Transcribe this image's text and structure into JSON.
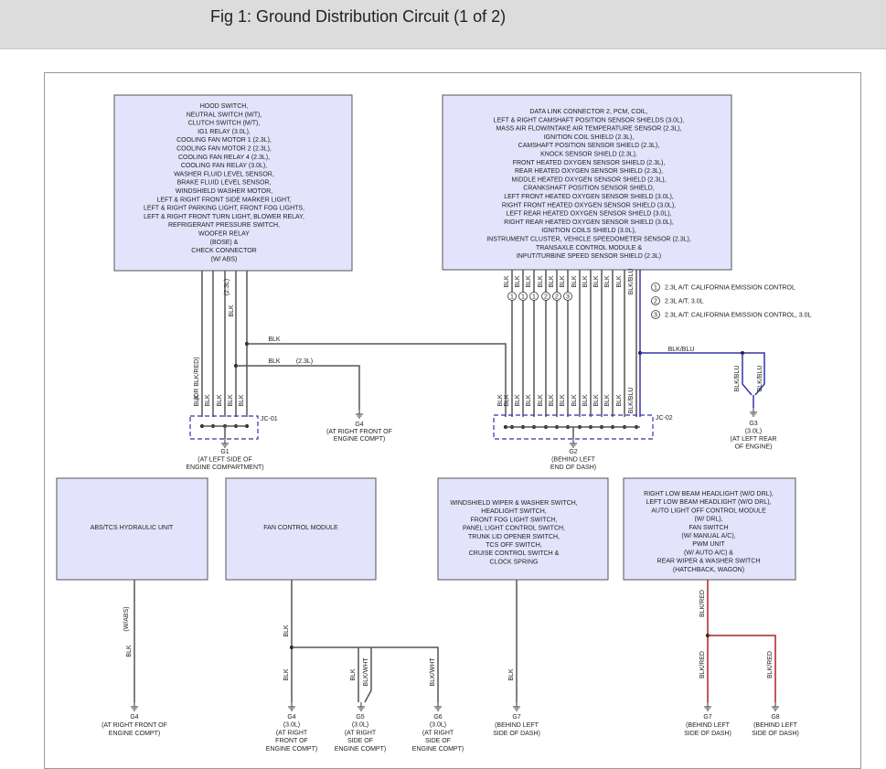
{
  "title": "Fig 1: Ground Distribution Circuit (1 of 2)",
  "colors": {
    "box_fill": "#e3e3fb",
    "box_stroke": "#555555",
    "wire": "#555555",
    "blu_wire": "#3333aa",
    "red_wire": "#aa2222"
  },
  "box_a_lines": [
    "HOOD SWITCH,",
    "NEUTRAL SWITCH      (M/T),",
    "CLUTCH SWITCH      (M/T),",
    "IG1 RELAY      (3.0L),",
    "COOLING FAN MOTOR 1       (2.3L),",
    "COOLING FAN MOTOR 2       (2.3L),",
    "COOLING FAN RELAY 4       (2.3L),",
    "COOLING FAN RELAY      (3.0L),",
    "WASHER FLUID LEVEL SENSOR,",
    "BRAKE FLUID LEVEL SENSOR,",
    "WINDSHIELD WASHER MOTOR,",
    "LEFT & RIGHT FRONT SIDE MARKER LIGHT,",
    "LEFT & RIGHT PARKING LIGHT, FRONT FOG LIGHTS,",
    "LEFT & RIGHT FRONT TURN LIGHT, BLOWER RELAY,",
    "REFRIGERANT PRESSURE SWITCH,",
    "WOOFER RELAY",
    "(BOSE) &",
    "CHECK CONNECTOR",
    "(W/ ABS)"
  ],
  "box_b_lines": [
    "DATA LINK CONNECTOR 2, PCM, COIL,",
    "LEFT & RIGHT CAMSHAFT POSITION SENSOR SHIELDS       (3.0L),",
    "MASS AIR FLOW/INTAKE AIR TEMPERATURE SENSOR       (2.3L),",
    "IGNITION COIL SHIELD       (2.3L),",
    "CAMSHAFT POSITION SENSOR SHIELD       (2.3L),",
    "KNOCK SENSOR SHIELD       (2.3L),",
    "FRONT HEATED OXYGEN SENSOR SHIELD       (2.3L),",
    "REAR HEATED OXYGEN SENSOR SHIELD       (2.3L),",
    "MIDDLE HEATED OXYGEN SENSOR SHIELD       (2.3L),",
    "CRANKSHAFT POSITION SENSOR SHIELD,",
    "LEFT FRONT HEATED OXYGEN SENSOR SHIELD       (3.0L),",
    "RIGHT FRONT HEATED OXYGEN SENSOR SHIELD       (3.0L),",
    "LEFT REAR HEATED OXYGEN SENSOR SHIELD       (3.0L),",
    "RIGHT REAR HEATED OXYGEN SENSOR SHIELD       (3.0L),",
    "IGNITION COILS SHIELD       (3.0L),",
    "INSTRUMENT CLUSTER, VEHICLE SPEEDOMETER SENSOR       (2.3L),",
    "TRANSAXLE CONTROL MODULE &",
    "INPUT/TURBINE SPEED SENSOR SHIELD       (2.3L)"
  ],
  "box_c_label": "ABS/TCS HYDRAULIC UNIT",
  "box_d_label": "FAN CONTROL MODULE",
  "box_e_lines": [
    "WINDSHIELD WIPER & WASHER SWITCH,",
    "HEADLIGHT SWITCH,",
    "FRONT FOG LIGHT SWITCH,",
    "PANEL LIGHT CONTROL SWITCH,",
    "TRUNK LID OPENER SWITCH,",
    "TCS OFF SWITCH,",
    "CRUISE CONTROL SWITCH &",
    "CLOCK SPRING"
  ],
  "box_f_lines": [
    "RIGHT LOW BEAM HEADLIGHT      (W/O DRL),",
    "LEFT LOW BEAM HEADLIGHT      (W/O DRL),",
    "AUTO LIGHT OFF CONTROL MODULE",
    "(W/ DRL),",
    "FAN SWITCH",
    "(W/ MANUAL A/C),",
    "PWM UNIT",
    "(W/ AUTO A/C) &",
    "REAR WIPER & WASHER SWITCH",
    "(HATCHBACK, WAGON)"
  ],
  "legend": [
    "2.3L A/T: CALIFORNIA EMISSION CONTROL",
    "2.3L A/T, 3.0L",
    "2.3L A/T: CALIFORNIA EMISSION CONTROL, 3.0L"
  ],
  "legend_nums": [
    "1",
    "2",
    "3"
  ],
  "wire_labels": {
    "blk": "BLK",
    "blk_or_red": "(OR BLK/RED)",
    "blk_blu": "BLK/BLU",
    "blk_red": "BLK/RED",
    "blk_wht": "BLK/WHT",
    "l23": "(2.3L)",
    "wabs": "(W/ABS)"
  },
  "jc01": "JC-01",
  "jc02": "JC-02",
  "g1": [
    "G1",
    "(AT LEFT SIDE OF",
    "ENGINE COMPARTMENT)"
  ],
  "g2": [
    "G2",
    "(BEHIND LEFT",
    "END OF DASH)"
  ],
  "g3": [
    "G3",
    "(3.0L)",
    "(AT LEFT REAR",
    "OF ENGINE)"
  ],
  "g4_top": [
    "G4",
    "(AT RIGHT FRONT OF",
    "ENGINE COMPT)"
  ],
  "g4_abs": [
    "G4",
    "(AT RIGHT FRONT OF",
    "ENGINE COMPT)"
  ],
  "g4_fan": [
    "G4",
    "(3.0L)",
    "(AT RIGHT",
    "FRONT OF",
    "ENGINE COMPT)"
  ],
  "g5": [
    "G5",
    "(3.0L)",
    "(AT RIGHT",
    "SIDE OF",
    "ENGINE COMPT)"
  ],
  "g6": [
    "G6",
    "(3.0L)",
    "(AT RIGHT",
    "SIDE OF",
    "ENGINE COMPT)"
  ],
  "g7_e": [
    "G7",
    "(BEHIND LEFT",
    "SIDE OF DASH)"
  ],
  "g7_f": [
    "G7",
    "(BEHIND LEFT",
    "SIDE OF DASH)"
  ],
  "g8": [
    "G8",
    "(BEHIND LEFT",
    "SIDE OF DASH)"
  ]
}
